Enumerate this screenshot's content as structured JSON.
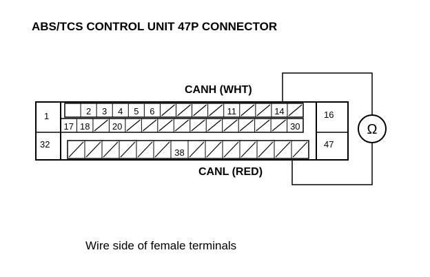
{
  "title": "ABS/TCS CONTROL UNIT 47P CONNECTOR",
  "labels": {
    "canh": "CANH (WHT)",
    "canl": "CANL (RED)",
    "ohm_symbol": "Ω"
  },
  "caption": "Wire side of female terminals",
  "connector": {
    "left_pins": [
      "1",
      "32"
    ],
    "right_pins": [
      "16",
      "47"
    ],
    "row1": [
      "",
      "2",
      "3",
      "4",
      "5",
      "6",
      "/",
      "/",
      "/",
      "/",
      "11",
      "/",
      "/",
      "14",
      "/"
    ],
    "row2": [
      "17",
      "18",
      "/",
      "20",
      "/",
      "/",
      "/",
      "/",
      "/",
      "/",
      "/",
      "/",
      "/",
      "/",
      "30"
    ],
    "row3": [
      "/",
      "/",
      "/",
      "/",
      "/",
      "/",
      "38",
      "/",
      "/",
      "/",
      "/",
      "/",
      "/",
      "/"
    ]
  },
  "meter": {
    "symbol": "ohmmeter"
  }
}
